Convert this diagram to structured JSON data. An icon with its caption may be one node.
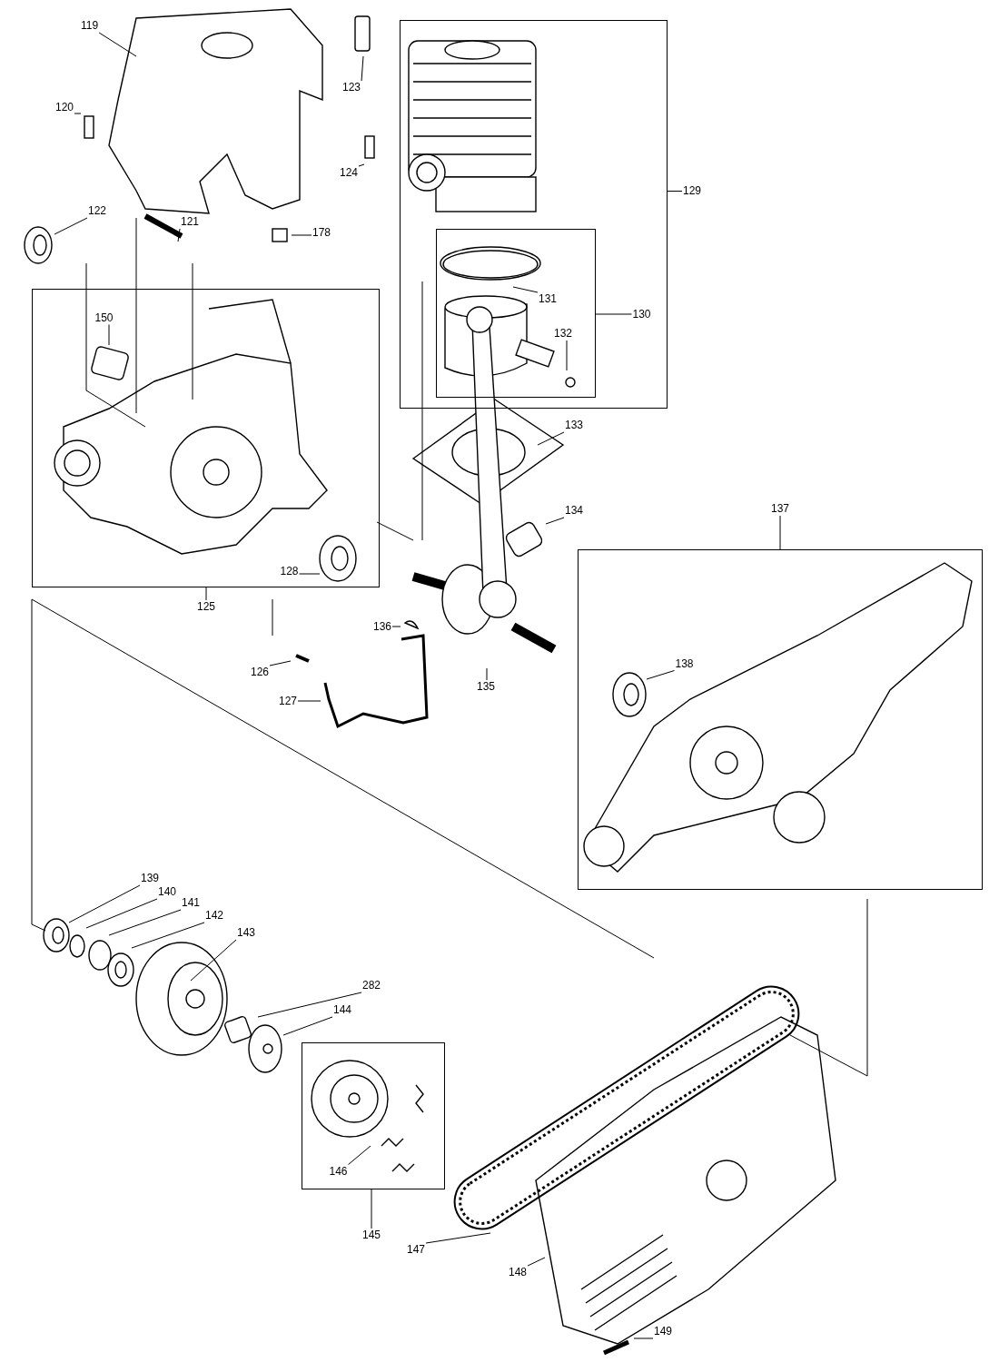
{
  "diagram": {
    "nodes": [
      {
        "text": [
          "119"
        ]
      },
      {
        "text": [
          "123"
        ]
      },
      {
        "text": [],
        "shape": "box"
      },
      {
        "text": [
          "120"
        ]
      },
      {
        "text": [
          "124"
        ]
      },
      {
        "text": [
          "129"
        ]
      },
      {
        "text": [],
        "shape": "box",
        "in": 2
      },
      {
        "text": [
          "131"
        ],
        "in": 6
      },
      {
        "text": [
          "130"
        ],
        "in": 2
      },
      {
        "text": [
          "132"
        ],
        "in": 6
      },
      {
        "text": [
          "122"
        ]
      },
      {
        "text": [
          "121"
        ]
      },
      {
        "text": [
          "178"
        ]
      },
      {
        "text": [],
        "shape": "box"
      },
      {
        "text": [
          "150"
        ],
        "in": 13
      },
      {
        "text": [
          "133"
        ]
      },
      {
        "text": [
          "134"
        ]
      },
      {
        "text": [
          "137"
        ]
      },
      {
        "text": [],
        "shape": "box"
      },
      {
        "text": [
          "128"
        ],
        "in": 13
      },
      {
        "text": [
          "125"
        ]
      },
      {
        "text": [
          "136"
        ]
      },
      {
        "text": [
          "138"
        ],
        "in": 18
      },
      {
        "text": [
          "126"
        ]
      },
      {
        "text": [
          "127"
        ]
      },
      {
        "text": [
          "135"
        ]
      },
      {
        "text": [
          "139"
        ]
      },
      {
        "text": [
          "140"
        ]
      },
      {
        "text": [
          "141"
        ]
      },
      {
        "text": [
          "142"
        ]
      },
      {
        "text": [
          "143"
        ]
      },
      {
        "text": [
          "282"
        ]
      },
      {
        "text": [
          "144"
        ]
      },
      {
        "text": [],
        "shape": "box"
      },
      {
        "text": [
          "146"
        ],
        "in": 33
      },
      {
        "text": [
          "145"
        ]
      },
      {
        "text": [
          "147"
        ]
      },
      {
        "text": [
          "148"
        ]
      },
      {
        "text": [
          "149"
        ]
      }
    ],
    "edges": [
      {
        "from": 0,
        "to": null,
        "arrow": "none"
      },
      {
        "from": 1,
        "to": null,
        "arrow": "none"
      },
      {
        "from": 3,
        "to": null,
        "arrow": "none"
      },
      {
        "from": 4,
        "to": null,
        "arrow": "none"
      },
      {
        "from": 5,
        "to": 2,
        "arrow": "none"
      },
      {
        "from": 7,
        "to": null,
        "arrow": "none"
      },
      {
        "from": 8,
        "to": 6,
        "arrow": "none"
      },
      {
        "from": 9,
        "to": null,
        "arrow": "none"
      },
      {
        "from": 10,
        "to": null,
        "arrow": "none"
      },
      {
        "from": 11,
        "to": null,
        "arrow": "none"
      },
      {
        "from": 12,
        "to": null,
        "arrow": "none"
      },
      {
        "from": 14,
        "to": null,
        "arrow": "none"
      },
      {
        "from": 15,
        "to": null,
        "arrow": "none"
      },
      {
        "from": 16,
        "to": null,
        "arrow": "none"
      },
      {
        "from": 17,
        "to": 18,
        "arrow": "none"
      },
      {
        "from": 19,
        "to": null,
        "arrow": "none"
      },
      {
        "from": 20,
        "to": 13,
        "arrow": "none"
      },
      {
        "from": 21,
        "to": null,
        "arrow": "none"
      },
      {
        "from": 22,
        "to": null,
        "arrow": "none"
      },
      {
        "from": 23,
        "to": null,
        "arrow": "none"
      },
      {
        "from": 24,
        "to": null,
        "arrow": "none"
      },
      {
        "from": 25,
        "to": null,
        "arrow": "none"
      },
      {
        "from": 26,
        "to": null,
        "arrow": "none"
      },
      {
        "from": 27,
        "to": null,
        "arrow": "none"
      },
      {
        "from": 28,
        "to": null,
        "arrow": "none"
      },
      {
        "from": 29,
        "to": null,
        "arrow": "none"
      },
      {
        "from": 30,
        "to": null,
        "arrow": "none"
      },
      {
        "from": 31,
        "to": null,
        "arrow": "none"
      },
      {
        "from": 32,
        "to": null,
        "arrow": "none"
      },
      {
        "from": 34,
        "to": null,
        "arrow": "none"
      },
      {
        "from": 35,
        "to": 33,
        "arrow": "none"
      },
      {
        "from": 36,
        "to": null,
        "arrow": "none"
      },
      {
        "from": 37,
        "to": null,
        "arrow": "none"
      },
      {
        "from": 38,
        "to": null,
        "arrow": "none"
      }
    ]
  }
}
